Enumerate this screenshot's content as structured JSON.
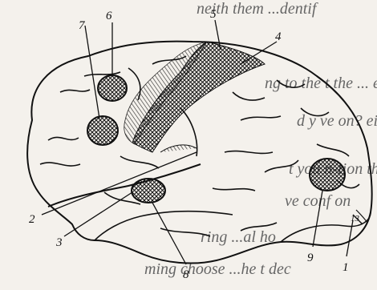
{
  "background_text": [
    "neith them   ...dentif ",
    "   ng to the t    the ... e",
    "  d  y ve    on?      ei",
    "  t you    n-tion th",
    "  ve  conf      on ",
    "    ring ...al     ho       ",
    "       ming   choose  ...he t   dec"
  ],
  "labels": [
    "1",
    "2",
    "3",
    "4",
    "5",
    "6",
    "7",
    "8",
    "9",
    "13"
  ],
  "colors": {
    "ink": "#111111",
    "paper": "#f4f1ec",
    "faint_text": "#777777"
  }
}
